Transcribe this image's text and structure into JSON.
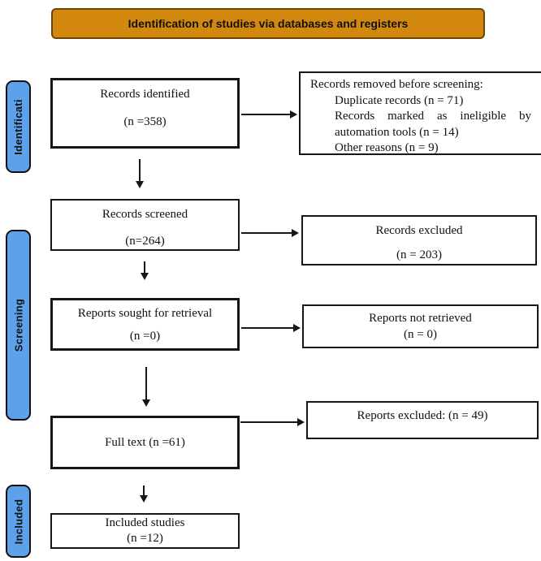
{
  "banner": {
    "title": "Identification of studies via databases and registers",
    "bg_color": "#d2870e",
    "border_color": "#6e4703"
  },
  "side_labels": {
    "identification": "Identificati",
    "screening": "Screening",
    "included": "Included",
    "bg_color": "#5ca1e9"
  },
  "boxes": {
    "records_identified": {
      "line1": "Records identified",
      "line2": "(n =358)"
    },
    "records_removed": {
      "title": "Records removed before screening:",
      "item1": "Duplicate records (n = 71)",
      "item2": "Records marked as ineligible by automation tools (n = 14)",
      "item3": "Other reasons (n = 9)"
    },
    "records_screened": {
      "line1": "Records screened",
      "line2": "(n=264)"
    },
    "records_excluded": {
      "line1": "Records excluded",
      "line2": "(n = 203)"
    },
    "reports_sought": {
      "line1": "Reports sought for retrieval",
      "line2": "(n =0)"
    },
    "reports_not_retrieved": {
      "line1": "Reports not retrieved",
      "line2": "(n = 0)"
    },
    "full_text": {
      "line1": "Full text (n =61)"
    },
    "reports_excluded": {
      "line1": "Reports excluded: (n = 49)"
    },
    "included_studies": {
      "line1": "Included studies",
      "line2": "(n =12)"
    }
  }
}
